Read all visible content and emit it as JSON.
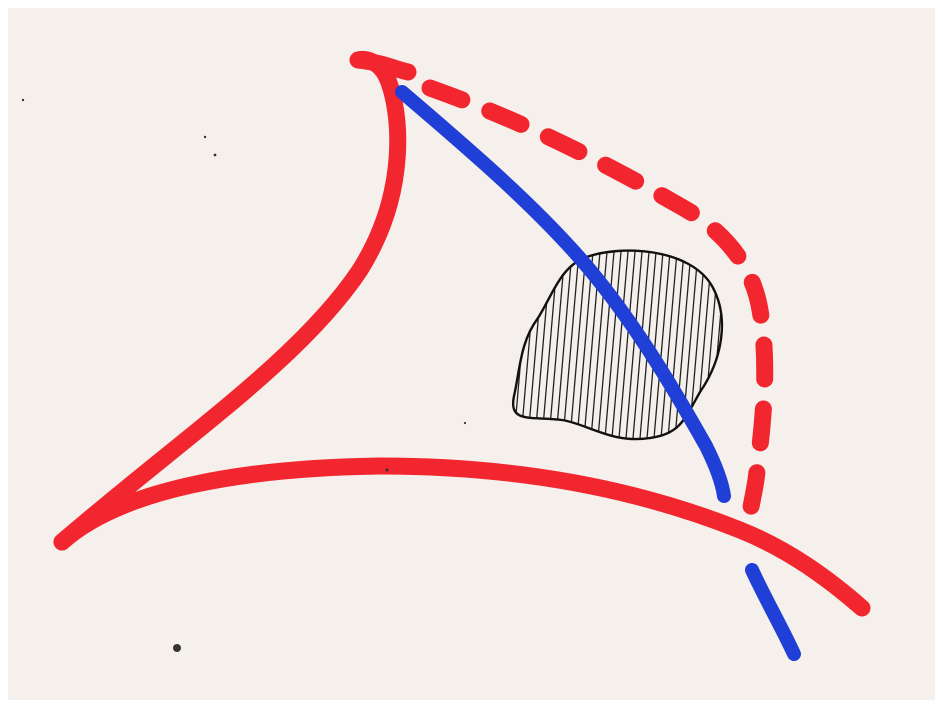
{
  "colors": {
    "border": "#ffffff",
    "paper": "#f6f0ec",
    "solid_curve": "#f2262e",
    "dashed_curve": "#f2262e",
    "blue_curve": "#1f3fd6",
    "shaded_region_outline": "#111111",
    "shaded_region_hatch": "#222222",
    "specks": "#333333"
  },
  "diagram": {
    "elements": [
      "red-solid-upper-curve",
      "red-solid-lower-curve",
      "red-dashed-curve",
      "blue-curve",
      "hatched-blob"
    ]
  }
}
